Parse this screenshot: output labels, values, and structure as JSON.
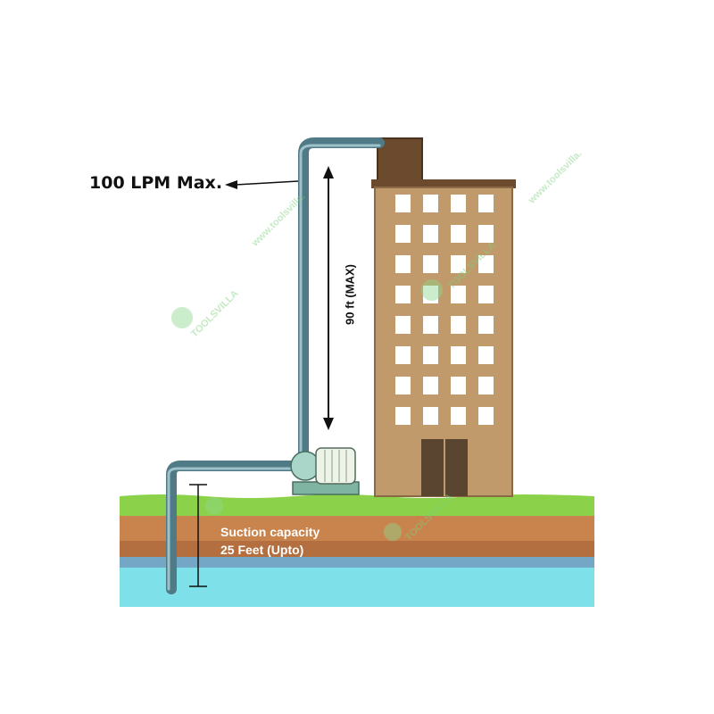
{
  "labels": {
    "flow": "100 LPM Max.",
    "height": "90 ft (MAX)",
    "suction_line1": "Suction capacity",
    "suction_line2": "25 Feet (Upto)"
  },
  "watermark": {
    "brand": "TOOLSVILLA",
    "site": "www.toolsvilla."
  },
  "colors": {
    "pipe": "#4f7a86",
    "building": "#c19a6b",
    "building_outline": "#8a6a45",
    "roof": "#6b4a2e",
    "window": "#ffffff",
    "grass": "#8bd24a",
    "soil": "#c9834c",
    "water": "#7ee0e8",
    "pump": "#a9d6c8",
    "motor": "#eef3e8"
  }
}
